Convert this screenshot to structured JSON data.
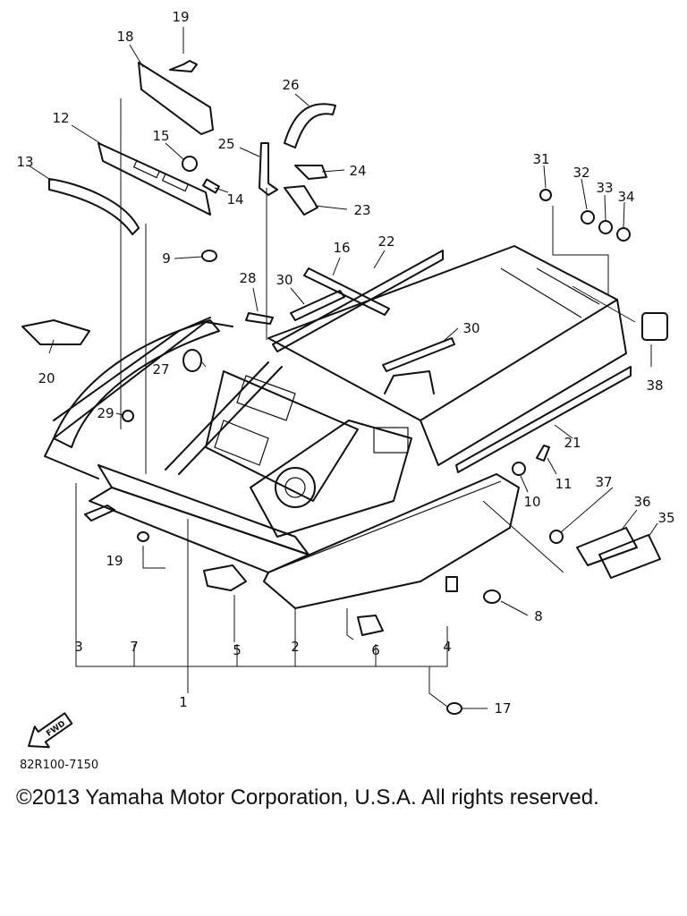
{
  "diagram": {
    "callouts": [
      "1",
      "2",
      "3",
      "4",
      "5",
      "6",
      "7",
      "8",
      "9",
      "10",
      "11",
      "12",
      "13",
      "14",
      "15",
      "16",
      "17",
      "18",
      "19",
      "19",
      "20",
      "21",
      "22",
      "23",
      "24",
      "25",
      "26",
      "27",
      "28",
      "29",
      "30",
      "30",
      "31",
      "32",
      "33",
      "34",
      "35",
      "36",
      "37",
      "38"
    ],
    "direction_arrow_text": "FWD",
    "part_code": "82R100-7150"
  },
  "footer": {
    "copyright": "©2013 Yamaha Motor Corporation, U.S.A. All rights reserved."
  }
}
